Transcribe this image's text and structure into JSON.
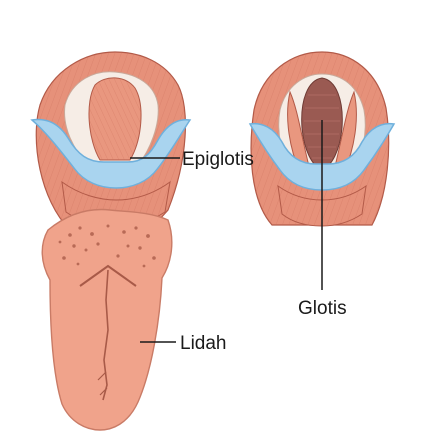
{
  "labels": {
    "epiglotis": "Epiglotis",
    "glotis": "Glotis",
    "lidah": "Lidah"
  },
  "colors": {
    "muscle": "#e6917a",
    "muscle_dark": "#c86a55",
    "tongue": "#f0a38b",
    "cartilage_blue": "#a9d4ef",
    "cartilage_blue_dark": "#6fb0dc",
    "pale": "#f6ede6",
    "glottis_dark": "#9a5a52",
    "leader": "#1a1a1a"
  },
  "icons": {
    "left_figure": "larynx-with-tongue-illustration",
    "right_figure": "larynx-illustration"
  }
}
